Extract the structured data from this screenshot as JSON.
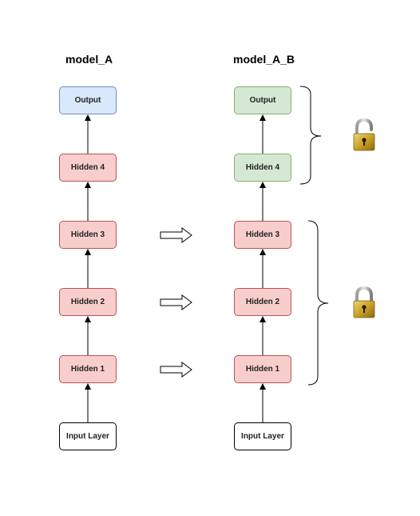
{
  "left": {
    "title": "model_A",
    "nodes": {
      "output": "Output",
      "hidden4": "Hidden 4",
      "hidden3": "Hidden 3",
      "hidden2": "Hidden 2",
      "hidden1": "Hidden 1",
      "input": "Input Layer"
    }
  },
  "right": {
    "title": "model_A_B",
    "nodes": {
      "output": "Output",
      "hidden4": "Hidden 4",
      "hidden3": "Hidden 3",
      "hidden2": "Hidden 2",
      "hidden1": "Hidden 1",
      "input": "Input Layer"
    }
  },
  "colors": {
    "hidden_fill": "#f8cecc",
    "hidden_stroke": "#b85450",
    "output_a_fill": "#dae8fc",
    "output_a_stroke": "#6c8ebf",
    "new_layer_fill": "#d5e8d4",
    "new_layer_stroke": "#82b366",
    "lock_gold": "#c9a227"
  },
  "icons": {
    "upper_group": "unlocked-padlock-icon",
    "lower_group": "locked-padlock-icon"
  }
}
